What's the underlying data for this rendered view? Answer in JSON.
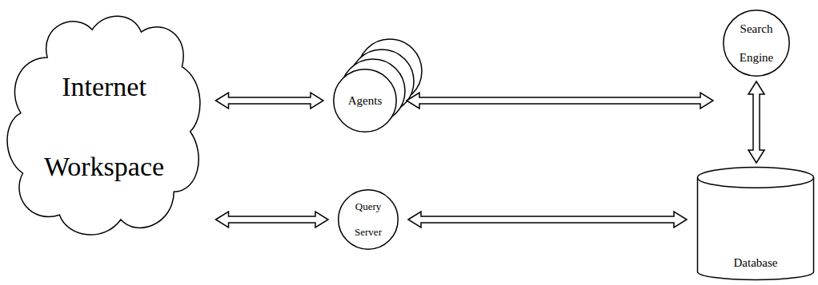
{
  "diagram": {
    "nodes": [
      {
        "text": [
          "Internet Workspace"
        ]
      },
      {
        "text": [
          "Agents"
        ]
      },
      {
        "text": [
          "Search Engine"
        ]
      },
      {
        "text": [
          "Query Server"
        ]
      },
      {
        "text": [
          "Database"
        ]
      }
    ],
    "edges": [
      {
        "from": 0,
        "to": 1,
        "arrow": "both"
      },
      {
        "from": 1,
        "to": 2,
        "arrow": "both"
      },
      {
        "from": 0,
        "to": 3,
        "arrow": "both"
      },
      {
        "from": 3,
        "to": 4,
        "arrow": "both"
      },
      {
        "from": 2,
        "to": 4,
        "arrow": "both"
      }
    ]
  }
}
